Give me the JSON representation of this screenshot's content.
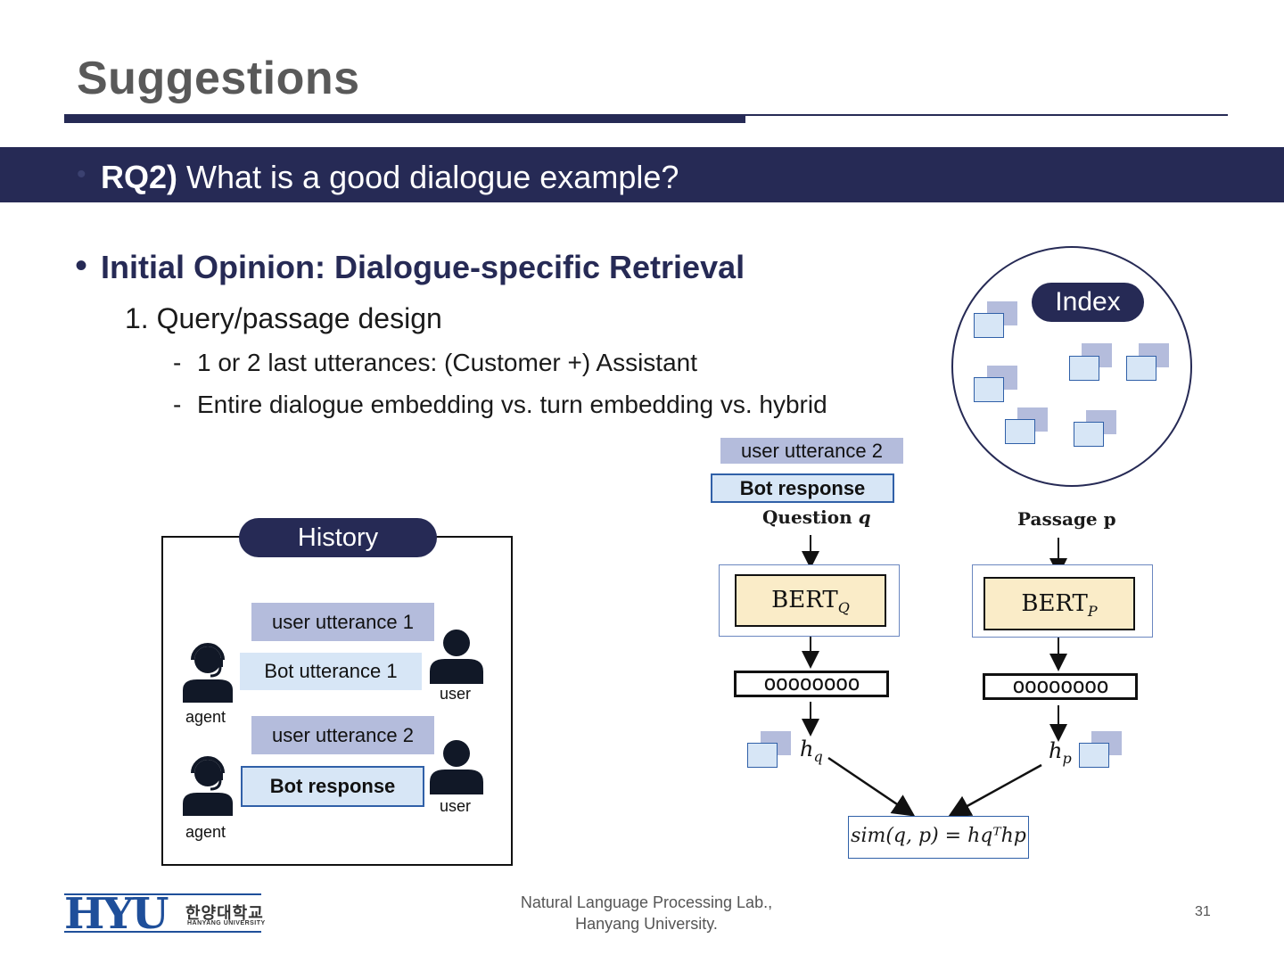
{
  "slide": {
    "title": "Suggestions",
    "banner_bullet": "•",
    "banner_bold": "RQ2)",
    "banner_text": " What is a good dialogue example?",
    "heading_bullet": "•",
    "heading": "Initial Opinion: Dialogue-specific Retrieval",
    "subitem": "1. Query/passage design",
    "dash_items": [
      "1 or 2 last utterances: (Customer +) Assistant",
      "Entire dialogue embedding vs. turn embedding vs. hybrid"
    ],
    "dash_mark": "-"
  },
  "history": {
    "title": "History",
    "user_utterance_1": "user utterance 1",
    "bot_utterance_1": "Bot utterance 1",
    "user_utterance_2": "user utterance 2",
    "bot_response": "Bot response",
    "agent_label": "agent",
    "user_label": "user"
  },
  "retrieval": {
    "query_user_utterance": "user utterance 2",
    "query_bot_response": "Bot response",
    "question_label": "Question",
    "question_var": "q",
    "passage_label": "Passage p",
    "bert_q": "BERT",
    "bert_q_sub": "Q",
    "bert_p": "BERT",
    "bert_p_sub": "P",
    "vector_q": "oooooooo",
    "vector_p": "oooooooo",
    "h": "h",
    "hq_sub": "q",
    "hp_sub": "p",
    "similarity": "sim(q, p) = hqᵀhp",
    "index_label": "Index"
  },
  "footer": {
    "logo": "HYU",
    "logo_korean": "한양대학교",
    "logo_english": "HANYANG UNIVERSITY",
    "lab_line1": "Natural Language Processing Lab.,",
    "lab_line2": "Hanyang University.",
    "page_number": "31"
  },
  "colors": {
    "navy": "#262a55",
    "user_box": "#b4bcdc",
    "bot_box": "#d7e6f6",
    "bert_fill": "#faecc8"
  },
  "icons": [
    "agent-headset-icon",
    "user-person-icon",
    "document-icon",
    "arrow-down-icon"
  ]
}
